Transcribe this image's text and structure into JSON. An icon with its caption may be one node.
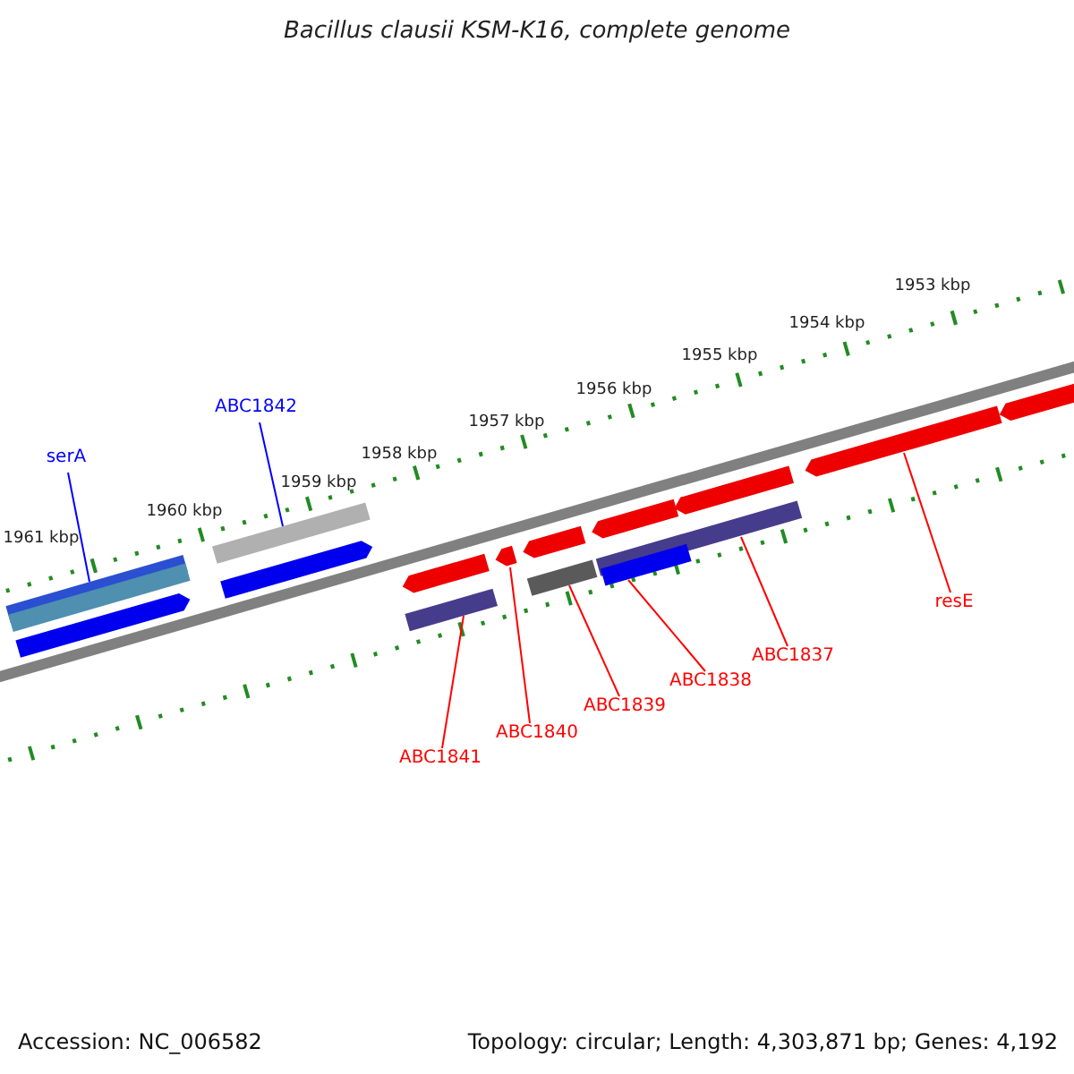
{
  "diagram": {
    "title": "Bacillus clausii KSM-K16, complete genome",
    "nodes": [
      {
        "text": [
          "serA"
        ]
      },
      {
        "text": [
          "ABC1842"
        ]
      },
      {
        "text": [
          "ABC1841"
        ]
      },
      {
        "text": [
          "ABC1840"
        ]
      },
      {
        "text": [
          "ABC1839"
        ]
      },
      {
        "text": [
          "ABC1838"
        ]
      },
      {
        "text": [
          "ABC1837"
        ]
      },
      {
        "text": [
          "resE"
        ]
      },
      {
        "text": [],
        "shape": "bar"
      },
      {
        "text": [],
        "shape": "bar"
      },
      {
        "text": [],
        "shape": "bar"
      },
      {
        "text": [],
        "shape": "arrow"
      },
      {
        "text": [],
        "shape": "bar"
      },
      {
        "text": [],
        "shape": "bar"
      },
      {
        "text": [],
        "shape": "bar"
      },
      {
        "text": [],
        "shape": "arrow"
      },
      {
        "text": [],
        "shape": "arrow"
      },
      {
        "text": [],
        "shape": "arrow"
      },
      {
        "text": [],
        "shape": "arrow"
      },
      {
        "text": [],
        "shape": "arrow"
      },
      {
        "text": [],
        "shape": "arrow"
      },
      {
        "text": [],
        "shape": "arrow"
      },
      {
        "text": [],
        "shape": "arrow"
      }
    ],
    "edges": [
      {
        "from": 0,
        "to": 8,
        "arrow": "none",
        "color": "#0000ff"
      },
      {
        "from": 1,
        "to": 9,
        "arrow": "none",
        "color": "#0000ff"
      },
      {
        "from": 2,
        "to": 10,
        "arrow": "none",
        "color": "#ff0000"
      },
      {
        "from": 3,
        "to": 11,
        "arrow": "none",
        "color": "#ff0000"
      },
      {
        "from": 4,
        "to": 12,
        "arrow": "none",
        "color": "#ff0000"
      },
      {
        "from": 5,
        "to": 13,
        "arrow": "none",
        "color": "#ff0000"
      },
      {
        "from": 6,
        "to": 14,
        "arrow": "none",
        "color": "#ff0000"
      },
      {
        "from": 7,
        "to": 15,
        "arrow": "none",
        "color": "#ff0000"
      }
    ],
    "labels": [
      "1953 kbp",
      "1954 kbp",
      "1955 kbp",
      "1956 kbp",
      "1957 kbp",
      "1958 kbp",
      "1959 kbp",
      "1960 kbp",
      "1961 kbp",
      "Accession: NC_006582",
      "Topology: circular; Length: 4,303,871 bp; Genes: 4,192"
    ]
  }
}
